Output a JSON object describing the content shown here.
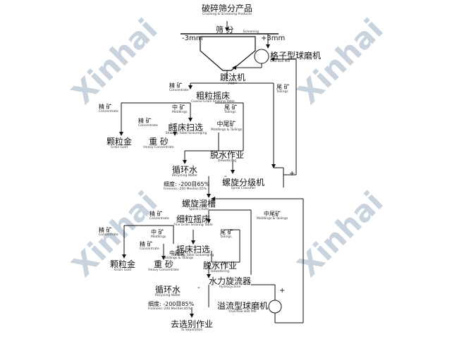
{
  "watermark": {
    "text": "Xinhai",
    "color": "#c9d3dd"
  },
  "nodes": {
    "top": {
      "zh": "破碎筛分产品",
      "en": "Crushing & Screening Products"
    },
    "screening": {
      "zh": "筛 分",
      "en": "Screening"
    },
    "minus3": "-3mm",
    "plus3": "+3mm",
    "gridMill": {
      "zh": "格子型球磨机",
      "en": "Grid Ball Mill"
    },
    "jigger": {
      "zh": "跳汰机",
      "en": "Jigger"
    },
    "conc1": {
      "zh": "精 矿",
      "en": "Concentrate"
    },
    "tail1": {
      "zh": "尾 矿",
      "en": "Tailings"
    },
    "coarseTable": {
      "zh": "粗粒摇床",
      "en": "Coarse Grain Shaking Table"
    },
    "conc2": {
      "zh": "精 矿",
      "en": "Concentrate"
    },
    "mid1": {
      "zh": "中 矿",
      "en": "Middlings"
    },
    "tail2": {
      "zh": "尾 矿",
      "en": "Tailings"
    },
    "conc3": {
      "zh": "精 矿",
      "en": "Concentrate"
    },
    "scav1": {
      "zh": "摇床扫选",
      "en": "Shaking Table Scavenging"
    },
    "midtail1": {
      "zh": "中尾矿",
      "en": "Middlings & Tailings"
    },
    "gold1": {
      "zh": "颗粒金",
      "en": "Grain Gold"
    },
    "sand1": {
      "zh": "重 砂",
      "en": "Heavy Concentrate"
    },
    "dewater1": {
      "zh": "脱水作业",
      "en": "Dewatering"
    },
    "recycle1": {
      "zh": "循环水",
      "en": "Recycling Water"
    },
    "fine1": {
      "zh": "细度: -200目65%",
      "en": "Fineness:-200 Meshes 65%"
    },
    "classifier": {
      "zh": "螺旋分级机",
      "en": "Spiral Classifier"
    },
    "minusA": "-",
    "plusA": "+",
    "chute": {
      "zh": "螺旋溜槽",
      "en": "Spiral Chute"
    },
    "conc4": {
      "zh": "精 矿",
      "en": "Concentrate"
    },
    "midtail2": {
      "zh": "中尾矿",
      "en": "Middlings & Tailings"
    },
    "fineTable": {
      "zh": "细粒摇床",
      "en": "Fine Grain Shaking Table"
    },
    "conc5": {
      "zh": "精 矿",
      "en": "Concentrate"
    },
    "mid2": {
      "zh": "中 矿",
      "en": "Middlings"
    },
    "tail3": {
      "zh": "尾 矿",
      "en": "Tailings"
    },
    "conc6": {
      "zh": "精 矿",
      "en": "Concentrate"
    },
    "scav2": {
      "zh": "摇床扫选",
      "en": "Shaking Table Scavenging"
    },
    "midtail3": {
      "zh": "中尾矿",
      "en": "Middlings & Tailings"
    },
    "gold2": {
      "zh": "颗粒金",
      "en": "Grain Gold"
    },
    "sand2": {
      "zh": "重 砂",
      "en": "Heavy Concentrate"
    },
    "dewater2": {
      "zh": "脱水作业",
      "en": "Dewatering"
    },
    "cyclone": {
      "zh": "水力旋流器",
      "en": "Hydrocyclone"
    },
    "minusB": "-",
    "plusB": "+",
    "recycle2": {
      "zh": "循环水",
      "en": "Recycling Water"
    },
    "overflowMill": {
      "zh": "溢流型球磨机",
      "en": "Overflow Ball Mill"
    },
    "fine2": {
      "zh": "细度: -200目85%",
      "en": "Fineness:-200 Meshes 85%"
    },
    "separation": {
      "zh": "去选别作业",
      "en": "To Separation"
    }
  }
}
